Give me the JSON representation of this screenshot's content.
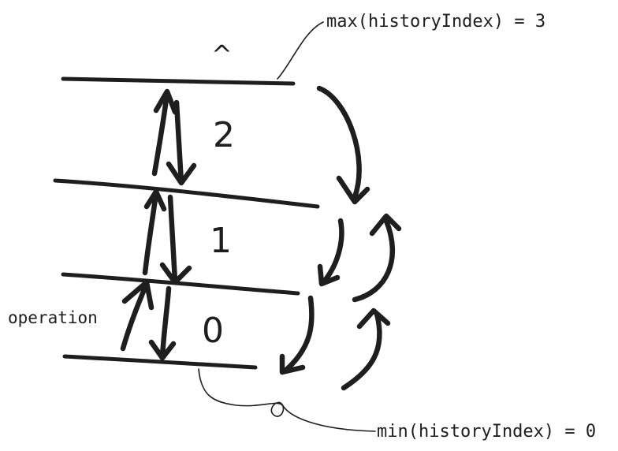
{
  "labels": {
    "top_marker": "^",
    "level_2": "2",
    "level_1": "1",
    "level_0": "0",
    "operation": "operation",
    "max_note": "max(historyIndex) = 3",
    "min_note": "min(historyIndex) = 0"
  },
  "colors": {
    "ink": "#1e1e1e",
    "background": "#ffffff"
  }
}
